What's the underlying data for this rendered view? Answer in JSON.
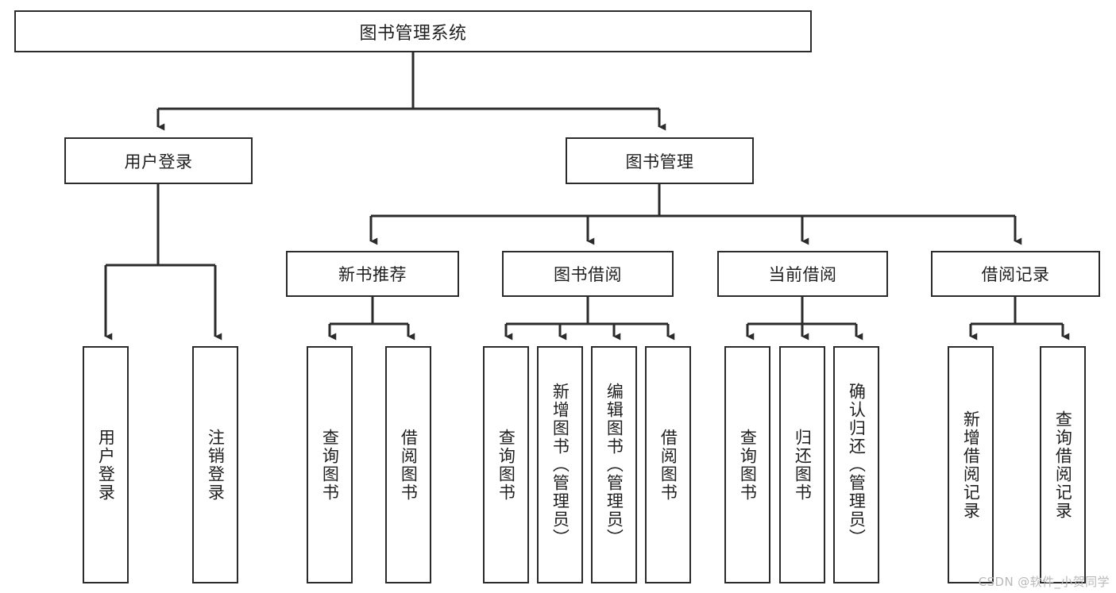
{
  "diagram": {
    "title": "图书管理系统",
    "type": "功能结构图",
    "background_color": "#ffffff",
    "line_color": "#2b2b2b",
    "text_color": "#1f1f1f"
  },
  "nodes": {
    "root": {
      "label": "图书管理系统"
    },
    "level1": [
      {
        "id": "user-login",
        "label": "用户登录"
      },
      {
        "id": "book-management",
        "label": "图书管理"
      }
    ],
    "level2": [
      {
        "id": "new-book-recommend",
        "label": "新书推荐"
      },
      {
        "id": "book-borrow",
        "label": "图书借阅"
      },
      {
        "id": "current-borrow",
        "label": "当前借阅"
      },
      {
        "id": "borrow-record",
        "label": "借阅记录"
      }
    ],
    "leaves": [
      {
        "id": "leaf-user-login",
        "label": "用户登录",
        "parent": "user-login"
      },
      {
        "id": "leaf-user-logout",
        "label": "注销登录",
        "parent": "user-login"
      },
      {
        "id": "leaf-query-book-1",
        "label": "查询图书",
        "parent": "new-book-recommend"
      },
      {
        "id": "leaf-borrow-book-1",
        "label": "借阅图书",
        "parent": "new-book-recommend"
      },
      {
        "id": "leaf-query-book-2",
        "label": "查询图书",
        "parent": "book-borrow"
      },
      {
        "id": "leaf-add-book",
        "label": "新增图书（管理员）",
        "parent": "book-borrow"
      },
      {
        "id": "leaf-edit-book",
        "label": "编辑图书（管理员）",
        "parent": "book-borrow"
      },
      {
        "id": "leaf-borrow-book-2",
        "label": "借阅图书",
        "parent": "book-borrow"
      },
      {
        "id": "leaf-query-book-3",
        "label": "查询图书",
        "parent": "current-borrow"
      },
      {
        "id": "leaf-return-book",
        "label": "归还图书",
        "parent": "current-borrow"
      },
      {
        "id": "leaf-confirm-return",
        "label": "确认归还（管理员）",
        "parent": "current-borrow"
      },
      {
        "id": "leaf-add-record",
        "label": "新增借阅记录",
        "parent": "borrow-record"
      },
      {
        "id": "leaf-query-record",
        "label": "查询借阅记录",
        "parent": "borrow-record"
      }
    ]
  },
  "watermark": {
    "text": "CSDN @软件_小贺同学"
  }
}
